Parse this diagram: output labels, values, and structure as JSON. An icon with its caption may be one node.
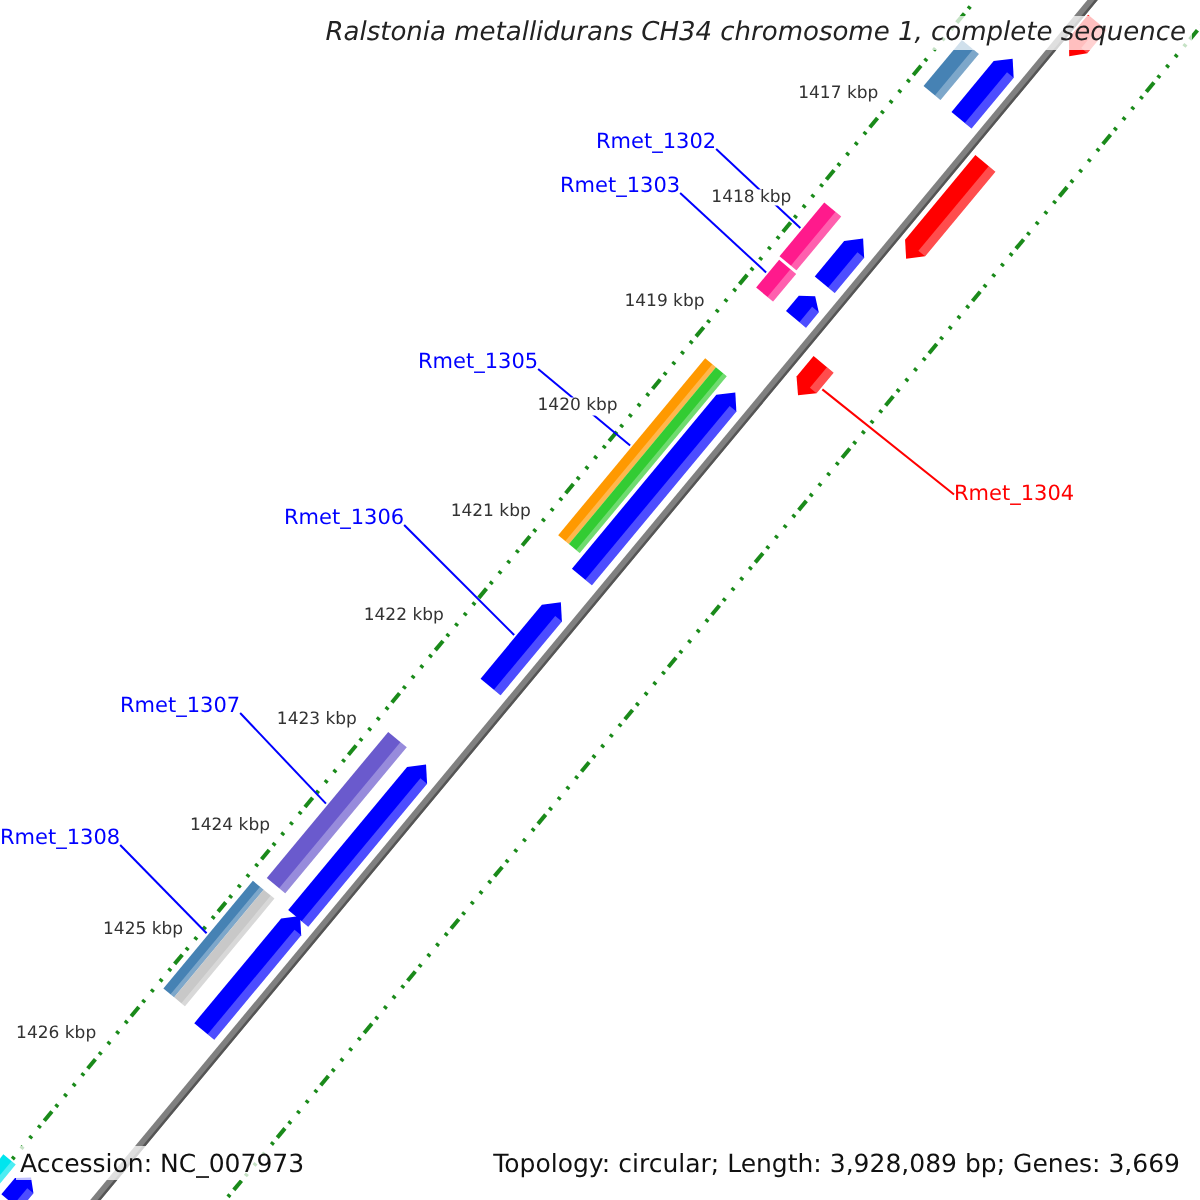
{
  "diagram": {
    "title": "Ralstonia metallidurans CH34 chromosome 1, complete sequence",
    "nodes": [
      {
        "text": [
          "Rmet_1302"
        ]
      },
      {
        "text": [
          "Rmet_1303"
        ]
      },
      {
        "text": [
          "Rmet_1305"
        ]
      },
      {
        "text": [
          "Rmet_1304"
        ]
      },
      {
        "text": [
          "Rmet_1306"
        ]
      },
      {
        "text": [
          "Rmet_1307"
        ]
      },
      {
        "text": [
          "Rmet_1308"
        ]
      },
      {
        "text": [],
        "shape": "bar"
      },
      {
        "text": [],
        "shape": "bar"
      },
      {
        "text": [],
        "shape": "bar"
      },
      {
        "text": [],
        "shape": "pentagon"
      },
      {
        "text": [],
        "shape": "pentagon"
      },
      {
        "text": [],
        "shape": "bar"
      },
      {
        "text": [],
        "shape": "bar"
      },
      {
        "text": [],
        "shape": "bar"
      },
      {
        "text": [],
        "shape": "pentagon"
      },
      {
        "text": [],
        "shape": "pentagon"
      },
      {
        "text": [],
        "shape": "pentagon"
      },
      {
        "text": [],
        "shape": "pentagon"
      },
      {
        "text": [],
        "shape": "pentagon"
      },
      {
        "text": [],
        "shape": "bar"
      },
      {
        "text": [],
        "shape": "pentagon"
      },
      {
        "text": [],
        "shape": "pentagon"
      },
      {
        "text": [],
        "shape": "bar"
      },
      {
        "text": [],
        "shape": "pentagon"
      },
      {
        "text": [],
        "shape": "bar"
      },
      {
        "text": [],
        "shape": "pentagon"
      }
    ],
    "edges": [
      {
        "from": 0,
        "to": 7,
        "arrow": "none"
      },
      {
        "from": 1,
        "to": 8,
        "arrow": "none"
      },
      {
        "from": 2,
        "to": 9,
        "arrow": "none"
      },
      {
        "from": 3,
        "to": 10,
        "arrow": "none",
        "color": "#ff0000"
      },
      {
        "from": 4,
        "to": 11,
        "arrow": "none"
      },
      {
        "from": 5,
        "to": 12,
        "arrow": "none"
      },
      {
        "from": 6,
        "to": 13,
        "arrow": "none"
      }
    ],
    "labels": [
      "1417 kbp",
      "1418 kbp",
      "1419 kbp",
      "1420 kbp",
      "1421 kbp",
      "1422 kbp",
      "1423 kbp",
      "1424 kbp",
      "1425 kbp",
      "1426 kbp",
      "Accession: NC_007973",
      "Topology: circular; Length: 3,928,089 bp; Genes: 3,669"
    ]
  }
}
